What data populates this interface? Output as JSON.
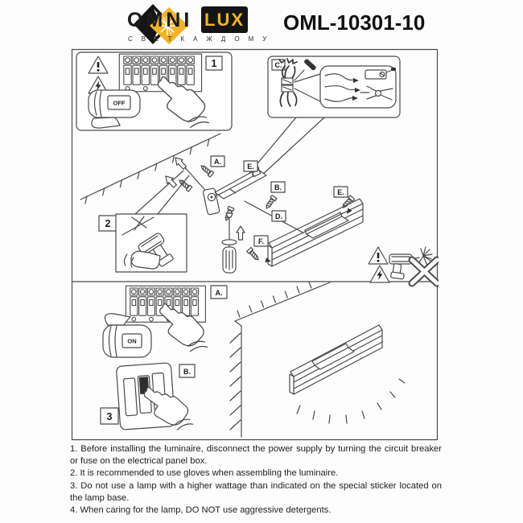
{
  "header": {
    "brand_primary": "OMNI",
    "brand_secondary": "LUX",
    "tagline": "С В Е Т   К А Ж Д О М У",
    "model": "OML-10301-10"
  },
  "colors": {
    "brand_yellow": "#f2b32a",
    "ink": "#4a4a4a"
  },
  "diagram": {
    "steps": {
      "one": "1",
      "two": "2",
      "three": "3"
    },
    "parts": {
      "a": "A.",
      "b": "B.",
      "c": "C.",
      "d": "D.",
      "e": "E.",
      "f": "F."
    },
    "switches": {
      "off": "OFF",
      "on": "ON"
    }
  },
  "instructions": [
    "1. Before installing the luminaire, disconnect the power supply by turning the circuit breaker or fuse on the electrical panel box.",
    "2. It is recommended to use gloves when assembling the luminaire.",
    "3. Do not use a lamp with a higher wattage than indicated on the special sticker located on the lamp base.",
    "4. When caring for the lamp, DO NOT use aggressive detergents."
  ]
}
